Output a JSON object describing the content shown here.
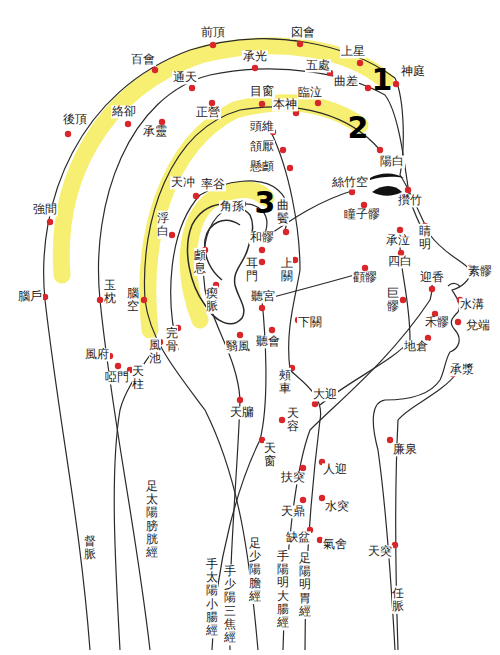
{
  "diagram": {
    "labels": [
      "前頂",
      "囟會",
      "上星",
      "神庭",
      "百會",
      "通天",
      "承光",
      "五處",
      "曲差",
      "目窗",
      "臨泣",
      "後頂",
      "絡卻",
      "承靈",
      "正營",
      "本神",
      "頭維",
      "頷厭",
      "懸顱",
      "陽白",
      "絲竹空",
      "攢竹",
      "瞳子髎",
      "承泣",
      "睛明",
      "四白",
      "顴髎",
      "迎香",
      "素髎",
      "巨髎",
      "水溝",
      "禾髎",
      "兌端",
      "地倉",
      "承漿",
      "強間",
      "腦戶",
      "玉枕",
      "腦空",
      "風府",
      "啞門",
      "天柱",
      "風池",
      "完骨",
      "天冲",
      "率谷",
      "角孫",
      "浮白",
      "顱息",
      "瘈脈",
      "耳門",
      "和髎",
      "曲鬢",
      "上關",
      "聽宮",
      "下關",
      "翳風",
      "聽會",
      "頰車",
      "大迎",
      "天牖",
      "天容",
      "天窗",
      "扶突",
      "人迎",
      "天鼎",
      "水突",
      "缺盆",
      "氣舍",
      "天突",
      "廉泉",
      "督脈",
      "足太陽膀胱經",
      "手太陽小腸經",
      "手少陽三焦經",
      "足少陽膽經",
      "手陽明大腸經",
      "足陽明胃經",
      "任脈",
      "1",
      "2",
      "3"
    ]
  }
}
